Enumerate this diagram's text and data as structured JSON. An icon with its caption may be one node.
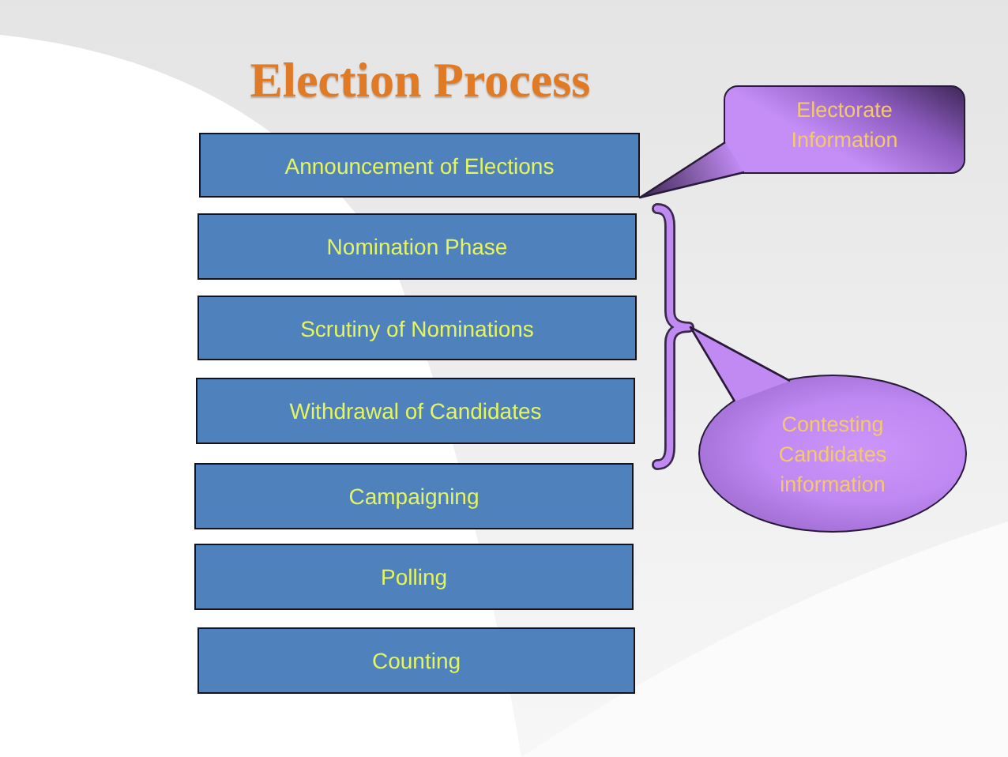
{
  "diagram": {
    "title": "Election Process",
    "nodes": [
      {
        "text": [
          "Announcement of Elections"
        ]
      },
      {
        "text": [
          "Nomination Phase"
        ]
      },
      {
        "text": [
          "Scrutiny of Nominations"
        ]
      },
      {
        "text": [
          "Withdrawal of Candidates"
        ]
      },
      {
        "text": [
          "Campaigning"
        ]
      },
      {
        "text": [
          "Polling"
        ]
      },
      {
        "text": [
          "Counting"
        ]
      },
      {
        "text": [
          "Electorate Information"
        ]
      },
      {
        "text": [],
        "shape": "brace"
      },
      {
        "text": [
          "Contesting Candidates information"
        ]
      }
    ],
    "edges": [
      {
        "from": 7,
        "to": 0,
        "arrow": "none"
      },
      {
        "from": 9,
        "to": 8,
        "arrow": "none"
      }
    ]
  }
}
